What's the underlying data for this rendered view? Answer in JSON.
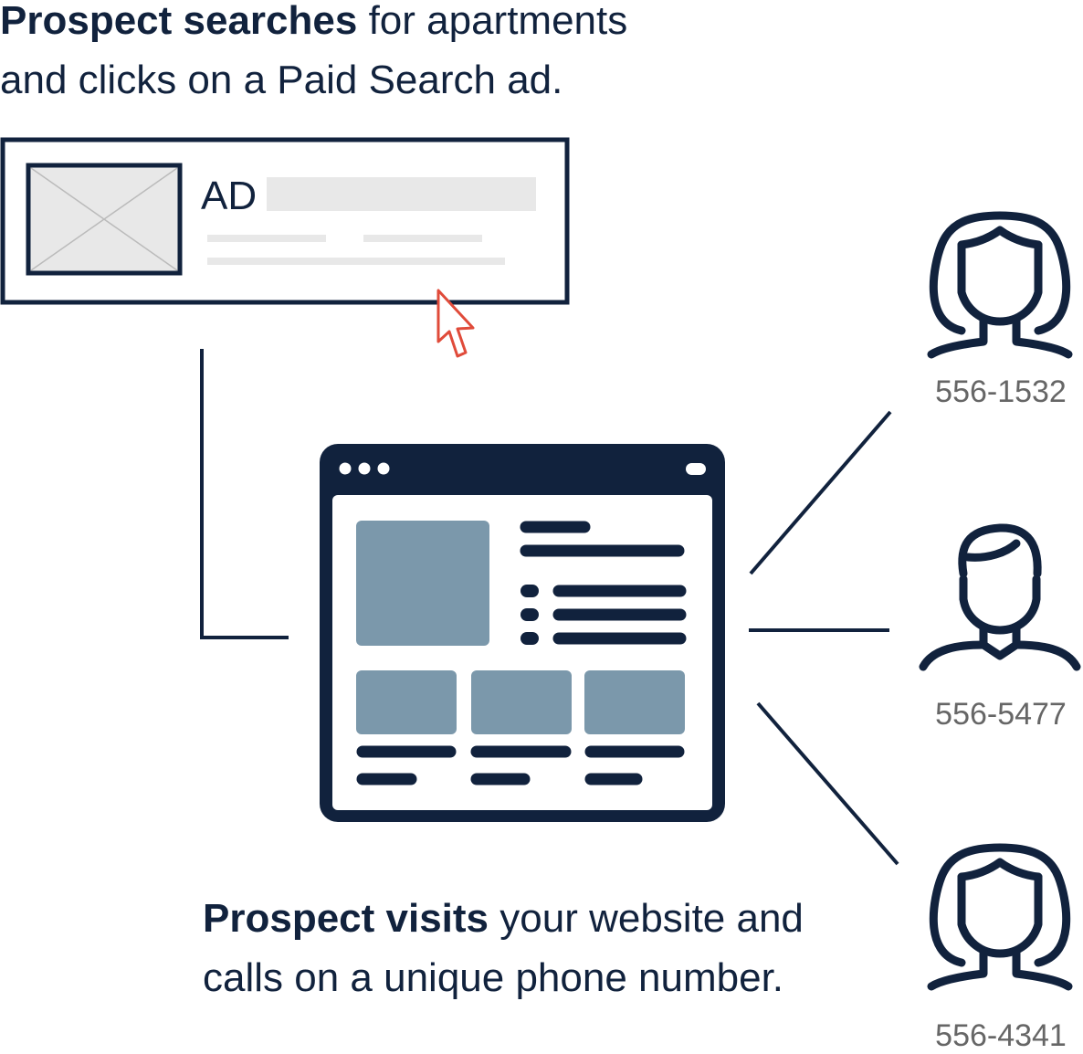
{
  "step1": {
    "bold": "Prospect searches",
    "rest_line1": " for apartments",
    "line2": "and clicks on a Paid Search ad."
  },
  "ad": {
    "label": "AD"
  },
  "step2": {
    "bold": "Prospect visits",
    "rest_line1": " your website and",
    "line2": "calls on a unique phone number."
  },
  "prospects": [
    {
      "phone": "556-1532",
      "icon": "female-user-icon"
    },
    {
      "phone": "556-5477",
      "icon": "male-user-icon"
    },
    {
      "phone": "556-4341",
      "icon": "female-user-icon"
    }
  ],
  "colors": {
    "navy": "#11223d",
    "slate": "#7b98ab",
    "cursor": "#e04b3a",
    "placeholder": "#e8e8e8"
  }
}
